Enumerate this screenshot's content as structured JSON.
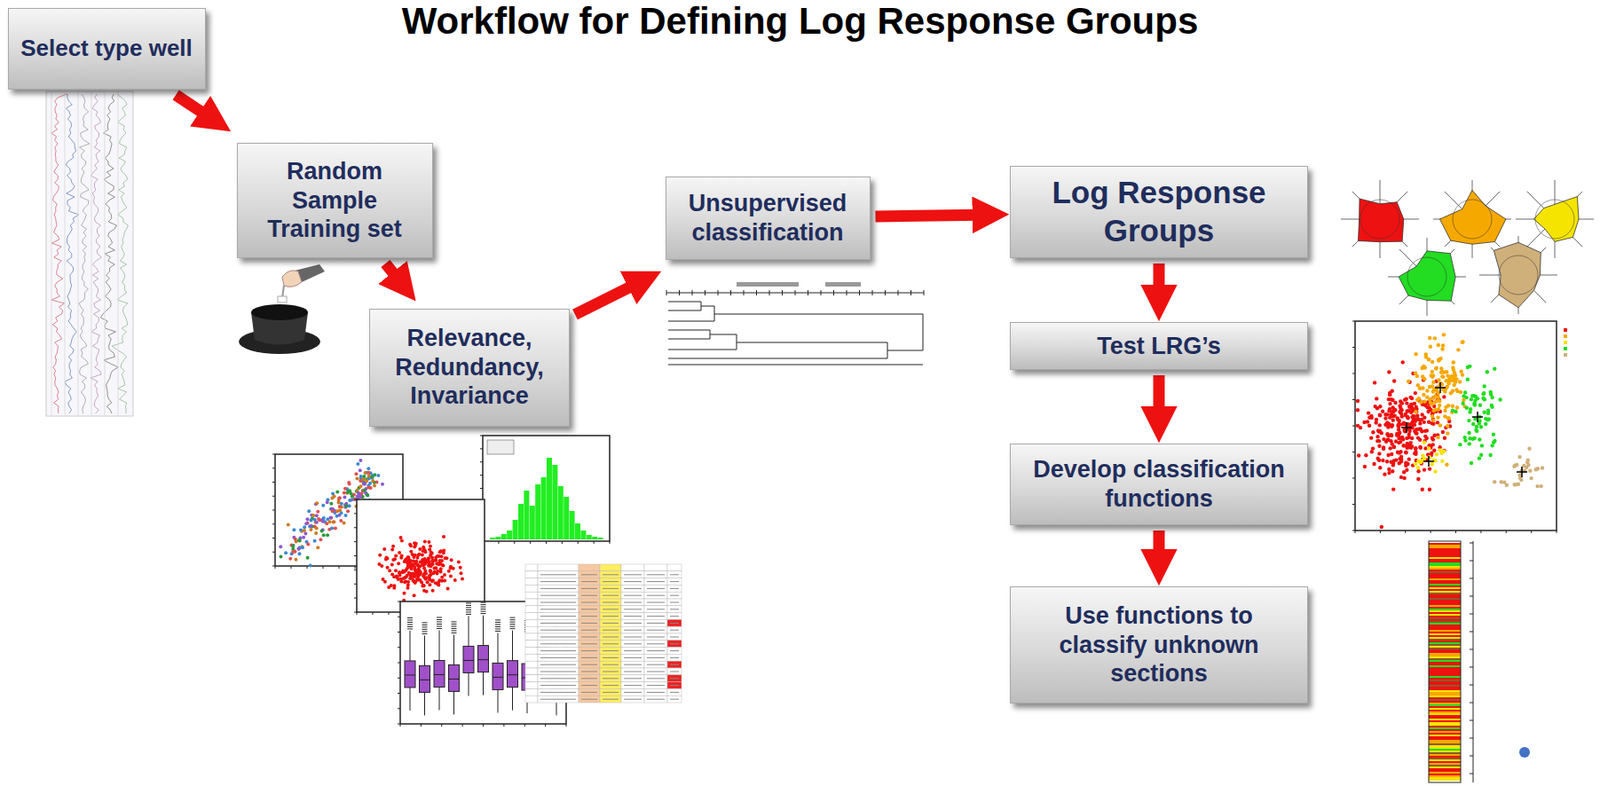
{
  "diagram": {
    "title": "Workflow for Defining Log Response Groups",
    "nodes": [
      {
        "text": [
          "Select type well"
        ]
      },
      {
        "text": [
          "Random Sample Training set"
        ]
      },
      {
        "text": [
          "Relevance, Redundancy, Invariance"
        ]
      },
      {
        "text": [
          "Unsupervised classification"
        ]
      },
      {
        "text": [
          "Log Response Groups"
        ]
      },
      {
        "text": [
          "Test LRG’s"
        ]
      },
      {
        "text": [
          "Develop classification functions"
        ]
      },
      {
        "text": [
          "Use functions to classify unknown sections"
        ]
      }
    ],
    "edges": [
      {
        "from": 0,
        "to": 1,
        "arrow": "to"
      },
      {
        "from": 1,
        "to": 2,
        "arrow": "to"
      },
      {
        "from": 2,
        "to": 3,
        "arrow": "to"
      },
      {
        "from": 3,
        "to": 4,
        "arrow": "to"
      },
      {
        "from": 4,
        "to": 5,
        "arrow": "to"
      },
      {
        "from": 5,
        "to": 6,
        "arrow": "to"
      },
      {
        "from": 6,
        "to": 7,
        "arrow": "to"
      }
    ]
  }
}
